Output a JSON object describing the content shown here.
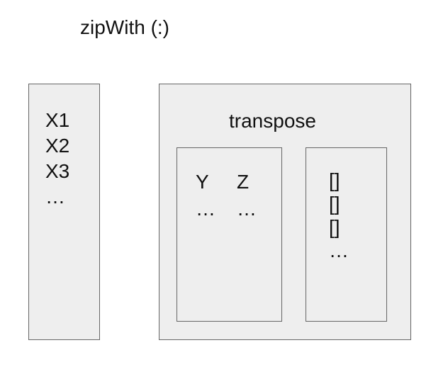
{
  "title": "zipWith (:)",
  "left_box": {
    "items": [
      "X1",
      "X2",
      "X3",
      "…"
    ]
  },
  "transpose_box": {
    "label": "transpose",
    "yz_box": {
      "col_y": [
        "Y",
        "…"
      ],
      "col_z": [
        "Z",
        "…"
      ]
    },
    "empty_box": {
      "items": [
        "[]",
        "[]",
        "[]",
        "…"
      ]
    }
  },
  "colors": {
    "box_fill": "#eeeeee",
    "box_border": "#666666",
    "text": "#111111"
  }
}
